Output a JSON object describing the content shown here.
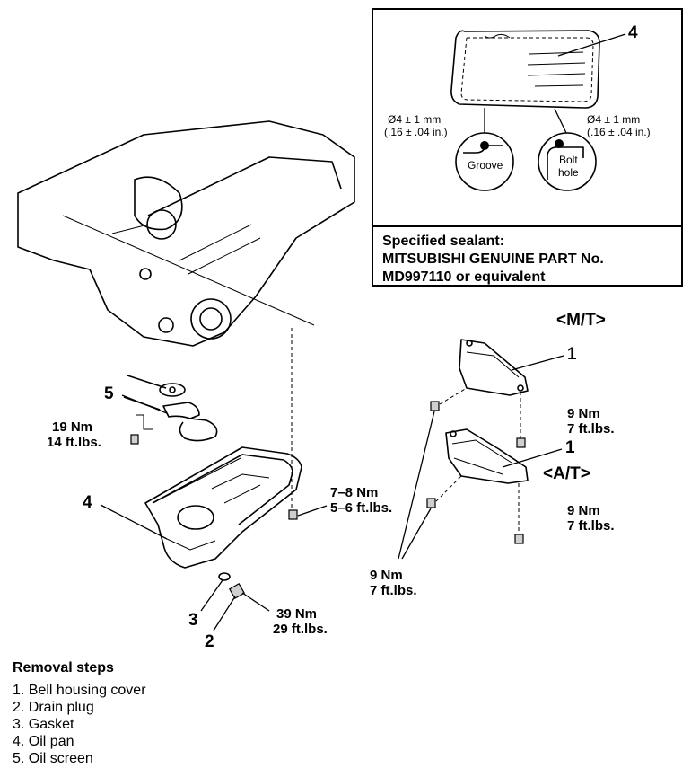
{
  "callouts": {
    "c1_mt": "1",
    "c1_at": "1",
    "c2": "2",
    "c3": "3",
    "c4_main": "4",
    "c4_inset": "4",
    "c5": "5"
  },
  "variants": {
    "mt": "<M/T>",
    "at": "<A/T>"
  },
  "torques": {
    "screen_nm": "19 Nm",
    "screen_ft": "14 ft.lbs.",
    "pan_nm": "7–8 Nm",
    "pan_ft": "5–6 ft.lbs.",
    "drain_nm": "39 Nm",
    "drain_ft": "29 ft.lbs.",
    "cover_mt_nm": "9 Nm",
    "cover_mt_ft": "7 ft.lbs.",
    "cover_at_nm": "9 Nm",
    "cover_at_ft": "7 ft.lbs.",
    "cover_lower_nm": "9 Nm",
    "cover_lower_ft": "7 ft.lbs."
  },
  "inset": {
    "bead_left_1": "Ø4 ± 1 mm",
    "bead_left_2": "(.16 ± .04 in.)",
    "bead_right_1": "Ø4 ± 1 mm",
    "bead_right_2": "(.16 ± .04 in.)",
    "groove": "Groove",
    "bolt_1": "Bolt",
    "bolt_2": "hole",
    "sealant_1": "Specified sealant:",
    "sealant_2": "MITSUBISHI GENUINE PART No.",
    "sealant_3": "MD997110  or  equivalent"
  },
  "removal": {
    "title": "Removal steps",
    "steps": [
      "1. Bell housing cover",
      "2. Drain plug",
      "3. Gasket",
      "4. Oil pan",
      "5. Oil screen"
    ]
  }
}
